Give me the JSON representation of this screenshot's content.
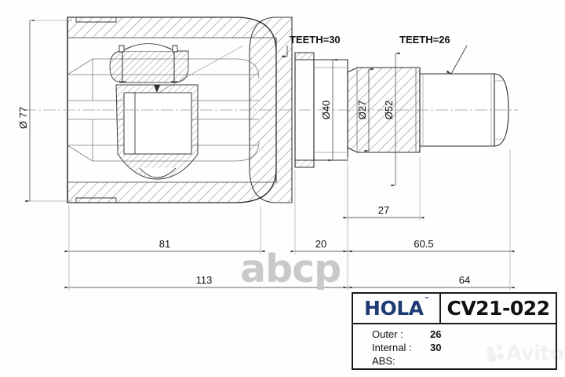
{
  "drawing": {
    "type": "cv-joint-technical-cross-section",
    "teeth_labels": [
      {
        "id": "teeth-outer",
        "text": "TEETH=30"
      },
      {
        "id": "teeth-inner",
        "text": "TEETH=26"
      }
    ],
    "diameter_labels": [
      {
        "id": "dia-housing",
        "text": "Ø 77"
      },
      {
        "id": "dia-boot",
        "text": "Ø40"
      },
      {
        "id": "dia-shaft",
        "text": "Ø27"
      },
      {
        "id": "dia-spline",
        "text": "Ø52"
      }
    ],
    "length_labels": [
      {
        "id": "len-27",
        "text": "27"
      },
      {
        "id": "len-81",
        "text": "81"
      },
      {
        "id": "len-20",
        "text": "20"
      },
      {
        "id": "len-605",
        "text": "60.5"
      },
      {
        "id": "len-113",
        "text": "113"
      },
      {
        "id": "len-64",
        "text": "64"
      }
    ],
    "line_color": "#3a3a3a",
    "text_color": "#111111"
  },
  "title_block": {
    "brand": "HOLA",
    "brand_tm": "™",
    "brand_color": "#1f3b73",
    "part_number": "CV21-022",
    "specs": [
      {
        "label": "Outer :",
        "value": "26"
      },
      {
        "label": "Internal :",
        "value": "30"
      },
      {
        "label": "ABS:",
        "value": ""
      }
    ]
  },
  "watermarks": {
    "center": "abcp",
    "corner": "Avito"
  }
}
